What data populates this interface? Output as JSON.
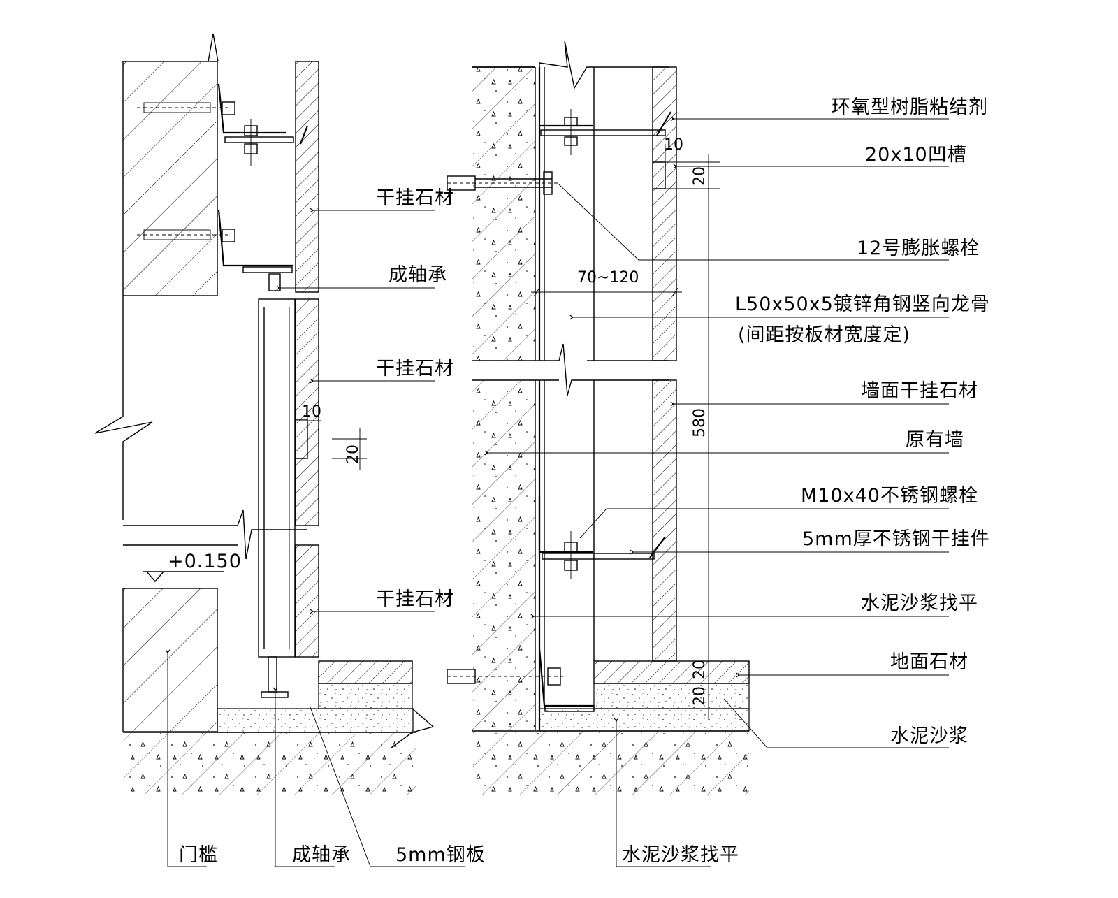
{
  "colors": {
    "ink": "#000000",
    "paper": "#ffffff"
  },
  "left_detail": {
    "labels": {
      "stone_top": "干挂石材",
      "bearing_mid": "成轴承",
      "stone_mid": "干挂石材",
      "stone_bottom": "干挂石材",
      "threshold": "门槛",
      "bearing_bottom": "成轴承",
      "steel_plate": "5mm钢板"
    },
    "elevation": "+0.150",
    "dims": {
      "groove_w": "10",
      "groove_h": "20"
    }
  },
  "right_detail": {
    "labels": {
      "epoxy": "环氧型树脂粘结剂",
      "groove": "20x10凹槽",
      "expansion_bolt": "12号膨胀螺栓",
      "angle_steel": "L50x50x5镀锌角钢竖向龙骨",
      "angle_steel_note": "(间距按板材宽度定)",
      "wall_stone": "墙面干挂石材",
      "existing_wall": "原有墙",
      "ss_bolt": "M10x40不锈钢螺栓",
      "ss_hanger": "5mm厚不锈钢干挂件",
      "mortar_level_r": "水泥沙浆找平",
      "floor_stone": "地面石材",
      "mortar": "水泥沙浆",
      "mortar_level_b": "水泥沙浆找平"
    },
    "dims": {
      "cavity": "70~120",
      "groove_w": "10",
      "groove_h": "20",
      "panel_h": "580",
      "floor_stone_t": "20",
      "mortar_t": "20"
    }
  }
}
